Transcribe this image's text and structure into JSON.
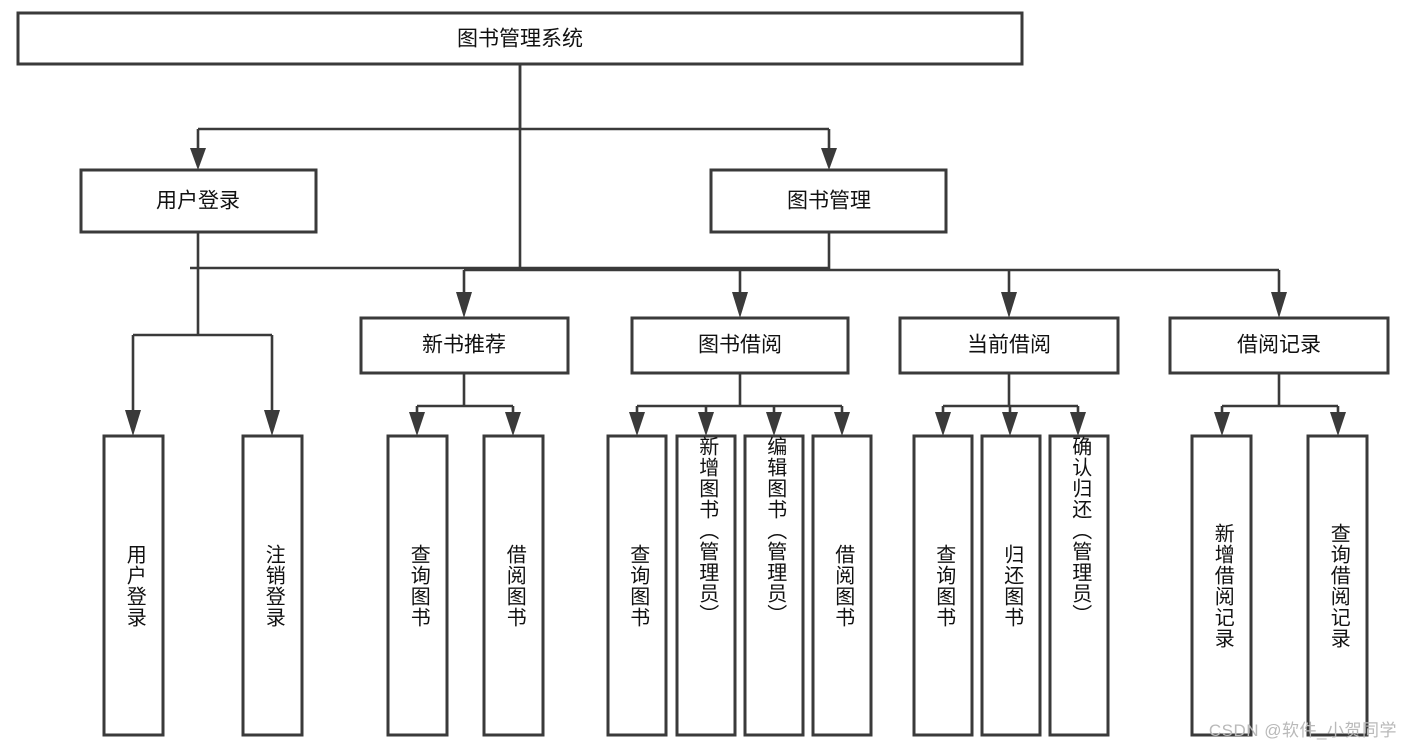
{
  "diagram": {
    "type": "tree-hierarchy-chart",
    "title_text": "图书管理系统",
    "watermark": "CSDN @软件_小贺同学",
    "colors": {
      "box_stroke": "#3a3a3a",
      "box_fill": "#ffffff",
      "text": "#111111",
      "background": "#ffffff",
      "watermark": "#b9b9b9"
    },
    "root": {
      "label": "图书管理系统"
    },
    "level2": [
      {
        "label": "用户登录"
      },
      {
        "label": "图书管理"
      }
    ],
    "level3": [
      {
        "label": "新书推荐"
      },
      {
        "label": "图书借阅"
      },
      {
        "label": "当前借阅"
      },
      {
        "label": "借阅记录"
      }
    ],
    "leaves": {
      "user_login": [
        {
          "label": "用户登录"
        },
        {
          "label": "注销登录"
        }
      ],
      "new_book_recommend": [
        {
          "label": "查询图书"
        },
        {
          "label": "借阅图书"
        }
      ],
      "book_borrow": [
        {
          "label": "查询图书"
        },
        {
          "label": "新增图书（管理员）"
        },
        {
          "label": "编辑图书（管理员）"
        },
        {
          "label": "借阅图书"
        }
      ],
      "current_borrow": [
        {
          "label": "查询图书"
        },
        {
          "label": "归还图书"
        },
        {
          "label": "确认归还（管理员）"
        }
      ],
      "borrow_record": [
        {
          "label": "新增借阅记录"
        },
        {
          "label": "查询借阅记录"
        }
      ]
    }
  },
  "chart_data": {
    "type": "table",
    "title": "图书管理系统",
    "levels": [
      {
        "level": 1,
        "nodes": [
          "图书管理系统"
        ]
      },
      {
        "level": 2,
        "nodes": [
          "用户登录",
          "图书管理"
        ]
      },
      {
        "level": 3,
        "nodes": [
          "新书推荐",
          "图书借阅",
          "当前借阅",
          "借阅记录"
        ]
      },
      {
        "level": 4,
        "nodes": [
          "用户登录",
          "注销登录",
          "查询图书",
          "借阅图书",
          "查询图书",
          "新增图书（管理员）",
          "编辑图书（管理员）",
          "借阅图书",
          "查询图书",
          "归还图书",
          "确认归还（管理员）",
          "新增借阅记录",
          "查询借阅记录"
        ]
      }
    ],
    "edges": [
      [
        "图书管理系统",
        "用户登录"
      ],
      [
        "图书管理系统",
        "图书管理"
      ],
      [
        "用户登录",
        "用户登录(叶)"
      ],
      [
        "用户登录",
        "注销登录"
      ],
      [
        "图书管理",
        "新书推荐"
      ],
      [
        "图书管理",
        "图书借阅"
      ],
      [
        "图书管理",
        "当前借阅"
      ],
      [
        "图书管理",
        "借阅记录"
      ],
      [
        "新书推荐",
        "查询图书"
      ],
      [
        "新书推荐",
        "借阅图书"
      ],
      [
        "图书借阅",
        "查询图书"
      ],
      [
        "图书借阅",
        "新增图书（管理员）"
      ],
      [
        "图书借阅",
        "编辑图书（管理员）"
      ],
      [
        "图书借阅",
        "借阅图书"
      ],
      [
        "当前借阅",
        "查询图书"
      ],
      [
        "当前借阅",
        "归还图书"
      ],
      [
        "当前借阅",
        "确认归还（管理员）"
      ],
      [
        "借阅记录",
        "新增借阅记录"
      ],
      [
        "借阅记录",
        "查询借阅记录"
      ]
    ]
  }
}
